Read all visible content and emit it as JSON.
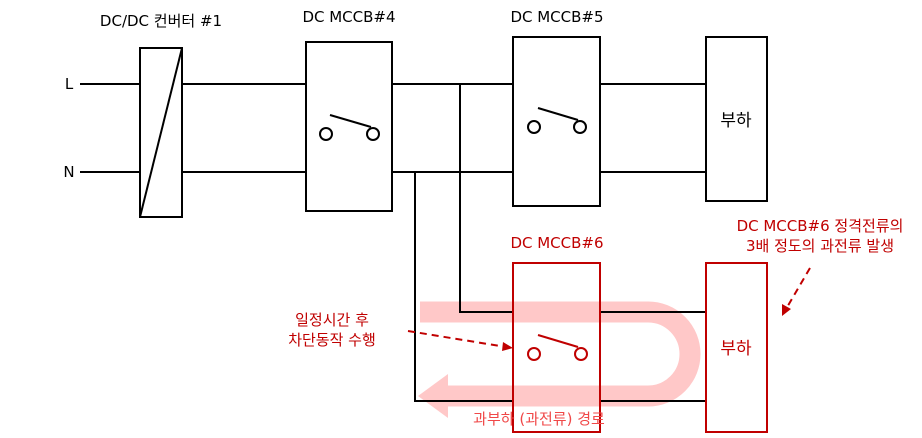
{
  "labels": {
    "converter": "DC/DC 컨버터 #1",
    "mccb4": "DC MCCB#4",
    "mccb5": "DC MCCB#5",
    "mccb6": "DC MCCB#6",
    "line_l": "L",
    "line_n": "N",
    "load_top": "부하",
    "load_bottom": "부하"
  },
  "annotations": {
    "trip_line1": "일정시간 후",
    "trip_line2": "차단동작 수행",
    "overcurrent_line1": "DC MCCB#6 정격전류의",
    "overcurrent_line2": "3배 정도의 과전류 발생",
    "path_label": "과부하 (과전류) 경로"
  },
  "colors": {
    "normal": "#000000",
    "fault": "#c00000",
    "path": "#ffc8c8"
  }
}
